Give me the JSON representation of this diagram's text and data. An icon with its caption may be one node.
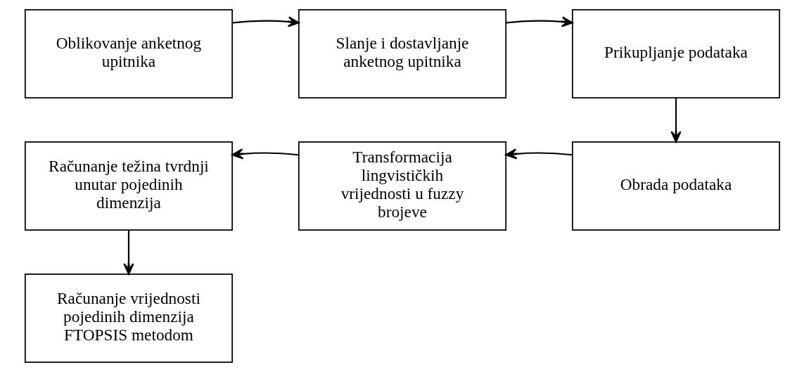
{
  "diagram": {
    "nodes": [
      {
        "text": [
          "Oblikovanje anketnog upitnika"
        ]
      },
      {
        "text": [
          "Slanje i dostavljanje anketnog upitnika"
        ]
      },
      {
        "text": [
          "Prikupljanje podataka"
        ]
      },
      {
        "text": [
          "Obrada podataka"
        ]
      },
      {
        "text": [
          "Transformacija lingvističkih vrijednosti u fuzzy brojeve"
        ]
      },
      {
        "text": [
          "Računanje težina tvrdnji unutar pojedinih dimenzija"
        ]
      },
      {
        "text": [
          "Računanje vrijednosti pojedinih dimenzija FTOPSIS metodom"
        ]
      }
    ],
    "edges": [
      {
        "from": 0,
        "to": 1,
        "arrow": "to"
      },
      {
        "from": 1,
        "to": 2,
        "arrow": "to"
      },
      {
        "from": 2,
        "to": 3,
        "arrow": "to"
      },
      {
        "from": 3,
        "to": 4,
        "arrow": "to"
      },
      {
        "from": 4,
        "to": 5,
        "arrow": "to"
      },
      {
        "from": 5,
        "to": 6,
        "arrow": "to"
      }
    ]
  }
}
